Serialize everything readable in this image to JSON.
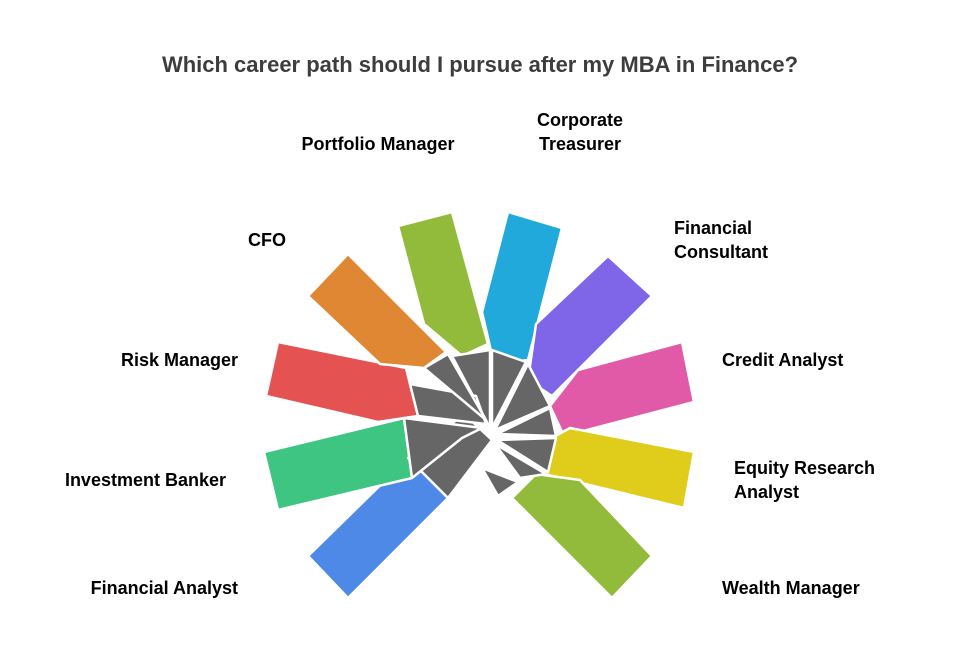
{
  "title": "Which career path should I pursue after my MBA in Finance?",
  "paths": [
    {
      "id": "portfolio-manager",
      "lines": [
        "Portfolio Manager"
      ],
      "color": "#93bb3b"
    },
    {
      "id": "corporate-treasurer",
      "lines": [
        "Corporate",
        "Treasurer"
      ],
      "color": "#22a9dc"
    },
    {
      "id": "financial-consultant",
      "lines": [
        "Financial",
        "Consultant"
      ],
      "color": "#7f66e9"
    },
    {
      "id": "credit-analyst",
      "lines": [
        "Credit Analyst"
      ],
      "color": "#e05aa8"
    },
    {
      "id": "equity-research-analyst",
      "lines": [
        "Equity Research",
        "Analyst"
      ],
      "color": "#e0cc1a"
    },
    {
      "id": "wealth-manager",
      "lines": [
        "Wealth Manager"
      ],
      "color": "#93bb3b"
    },
    {
      "id": "financial-analyst",
      "lines": [
        "Financial Analyst"
      ],
      "color": "#4f89e8"
    },
    {
      "id": "investment-banker",
      "lines": [
        "Investment Banker"
      ],
      "color": "#3dc581"
    },
    {
      "id": "risk-manager",
      "lines": [
        "Risk Manager"
      ],
      "color": "#e45252"
    },
    {
      "id": "cfo",
      "lines": [
        "CFO"
      ],
      "color": "#df8733"
    }
  ],
  "hub_color": "#666666"
}
